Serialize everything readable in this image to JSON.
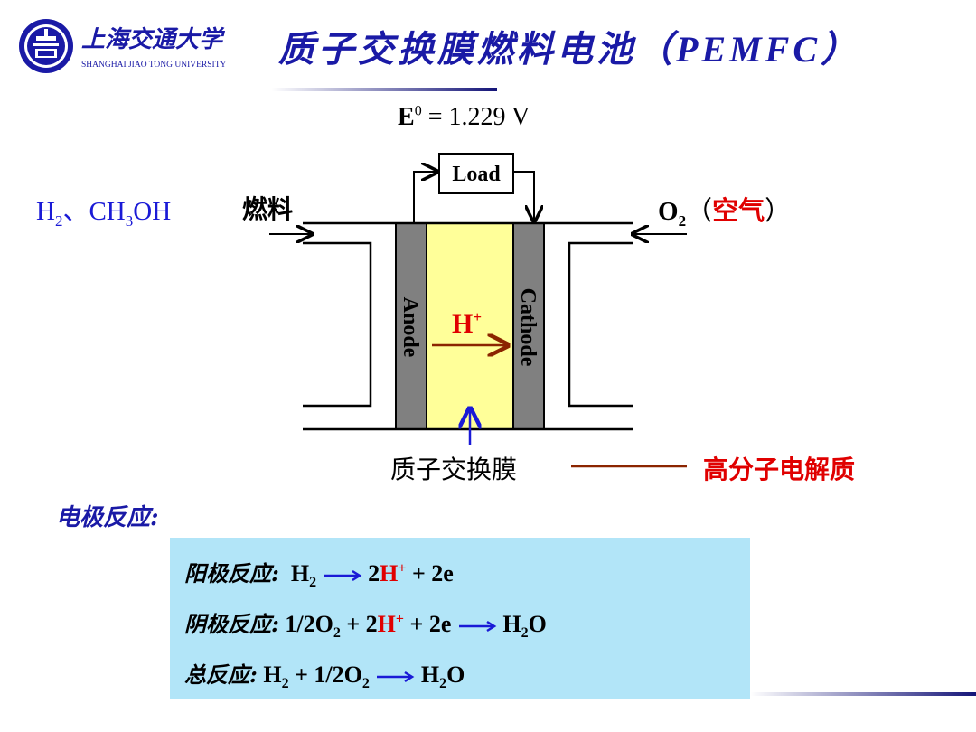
{
  "header": {
    "logo": {
      "name_cn": "上海交通大学",
      "name_en": "SHANGHAI JIAO TONG UNIVERSITY",
      "emblem_icon": "university-seal-icon"
    },
    "title": "质子交换膜燃料电池（PEMFC）",
    "accent_color": "#1a1aa6"
  },
  "diagram": {
    "standard_potential": {
      "symbol": "E",
      "superscript": "0",
      "value": "= 1.229 V"
    },
    "fuel_species": {
      "part1": "H",
      "sub1": "2",
      "part2": "、CH",
      "sub2": "3",
      "part3": "OH"
    },
    "fuel_label": "燃料",
    "oxidant": {
      "symbol": "O",
      "sub": "2",
      "paren_open": "（",
      "air": "空气",
      "paren_close": "）"
    },
    "load_label": "Load",
    "anode_label": "Anode",
    "cathode_label": "Cathode",
    "proton": {
      "symbol": "H",
      "charge": "+"
    },
    "membrane_label": "质子交换膜",
    "polymer_label": "高分子电解质",
    "colors": {
      "electrode": "#808080",
      "membrane": "#ffff99",
      "proton_arrow": "#8b2500",
      "membrane_arrow": "#1a1ad6",
      "red": "#e00000",
      "blue": "#1a1ad6"
    }
  },
  "reactions": {
    "heading": "电极反应:",
    "anode": {
      "label": "阳极反应:",
      "left": "H",
      "left_sub": "2",
      "right1": "2",
      "right_ion": "H",
      "right_charge": "+",
      "right2": " + 2e"
    },
    "cathode": {
      "label": "阴极反应:",
      "left1": "1/2O",
      "left1_sub": "2",
      "left2": " + 2",
      "left_ion": "H",
      "left_charge": "+",
      "left3": " + 2e",
      "right": "H",
      "right_sub": "2",
      "right2": "O"
    },
    "overall": {
      "label": "总反应:",
      "left1": "H",
      "left1_sub": "2",
      "left2": " + 1/2O",
      "left2_sub": "2",
      "right": "H",
      "right_sub": "2",
      "right2": "O"
    },
    "box_color": "#b2e5f8"
  }
}
